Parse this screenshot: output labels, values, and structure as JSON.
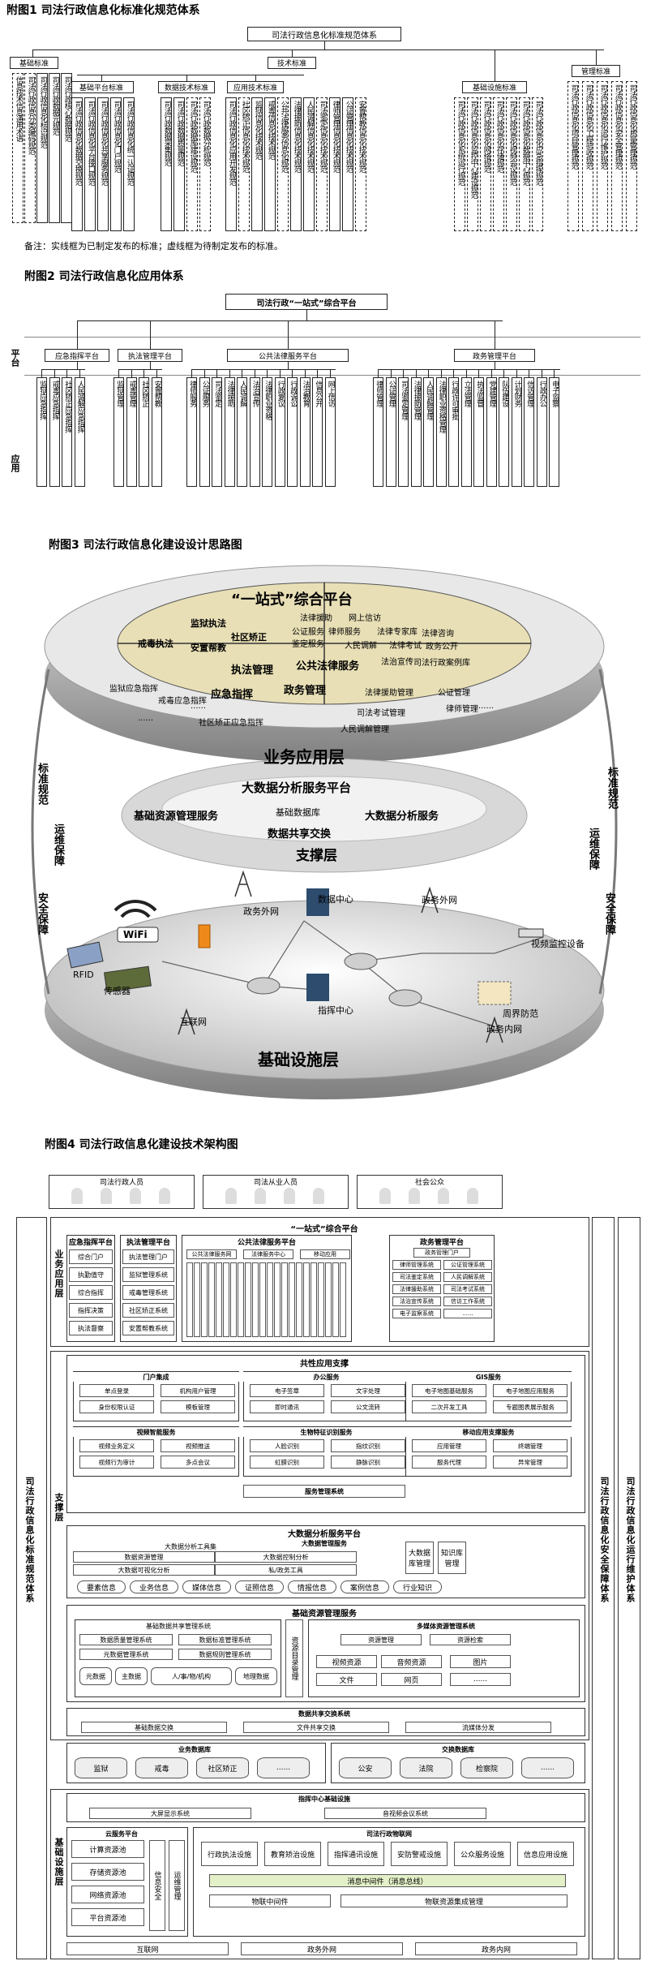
{
  "fig1": {
    "caption": "附图1  司法行政信息化标准化规范体系",
    "root": "司法行政信息化标准规范体系",
    "categories": [
      {
        "name": "基础标准",
        "items": [
          "信息技术信息通用术语",
          "司法行政信息分类编码规范",
          "司法行政信息化标识规范",
          "司法行政数据元规范",
          "司法行政核心数据规范"
        ]
      },
      {
        "name": "技术标准",
        "items": []
      },
      {
        "name": "基础设施标准",
        "items": [
          "司法行政信息化系统运行规范",
          "司法行政信息化监控中心建设规范",
          "司法行政信息化网络规范",
          "司法行政信息化存储规范",
          "司法行政信息化视频会议规范",
          "司法行政信息化数据中心规范",
          "司法行政信息化应急指挥规范"
        ]
      },
      {
        "name": "管理标准",
        "items": [
          "司法行政信息化项目管理规范",
          "司法行政信息化工程验收规范",
          "司法行政信息化运行维护规范",
          "司法行政信息化安全管理规范",
          "司法行政信息化质量管理规范"
        ]
      }
    ],
    "tech_groups": [
      {
        "name": "基础平台标准",
        "items": [
          "司法行政信息化数据交换规范",
          "司法行政信息化平台接口规范",
          "司法行政信息化共享服务规范",
          "司法行政信息化门户规范",
          "司法行政信息化统一认证规范"
        ]
      },
      {
        "name": "数据技术标准",
        "items": [
          "司法行政数据采集规范",
          "司法行政数据质量规范",
          "司法行政数据库建设规范",
          "司法行政数据分析规范"
        ]
      },
      {
        "name": "应用技术标准",
        "items": [
          "司法行政信息化应用开发规范",
          "社区矫正信息化技术规范",
          "监狱信息化技术规范",
          "戒毒信息化技术规范",
          "公共法律服务信息化规范",
          "法律援助信息化技术规范",
          "人民调解信息化技术规范",
          "司法鉴定信息化技术规范",
          "律师管理信息化技术规范",
          "公证管理信息化技术规范",
          "安置帮教信息化技术规范"
        ]
      }
    ],
    "note": "备注：实线框为已制定发布的标准；虚线框为待制定发布的标准。"
  },
  "fig2": {
    "caption": "附图2  司法行政信息化应用体系",
    "top": "司法行政“一站式”综合平台",
    "row_platform": "平台",
    "row_apps": "应用",
    "platforms": [
      {
        "name": "应急指挥平台",
        "apps": [
          "监狱应急指挥",
          "戒毒应急指挥",
          "社区矫正应急指挥",
          "人民调解应急指挥"
        ]
      },
      {
        "name": "执法管理平台",
        "apps": [
          "监狱管理",
          "戒毒管理",
          "社区矫正",
          "安置帮教"
        ]
      },
      {
        "name": "公共法律服务平台",
        "apps": [
          "律师服务",
          "公证服务",
          "司法鉴定",
          "法律援助",
          "人民调解",
          "法治宣传",
          "法律职业资格",
          "行政复议",
          "行政诉讼",
          "法治教育",
          "信息公开",
          "网上信访"
        ]
      },
      {
        "name": "政务管理平台",
        "apps": [
          "律师管理",
          "公证管理",
          "司法鉴定管理",
          "法律援助管理",
          "人民调解管理",
          "法律职业资格管理",
          "行政许可审批",
          "立法管理",
          "执法监督",
          "党建管理",
          "队伍建设",
          "计划财务",
          "信访管理",
          "行政办公",
          "电子监察"
        ]
      }
    ]
  },
  "fig3": {
    "caption": "附图3  司法行政信息化建设设计思路图",
    "platform_title": "“一站式”综合平台",
    "pie_labels": [
      "监狱执法",
      "社区矫正",
      "戒毒执法",
      "安置帮教",
      "执法管理",
      "应急指挥",
      "监狱应急指挥",
      "戒毒应急指挥",
      "社区矫正应急指挥",
      "......",
      "法律援助",
      "网上信访",
      "公证服务",
      "律师服务",
      "法律专家库",
      "法律咨询",
      "鉴定服务",
      "人民调解",
      "法律考试",
      "政务公开",
      "公共法律服务",
      "法治宣传",
      "司法行政案例库",
      "政务管理",
      "法律援助管理",
      "公证管理",
      "律师管理",
      "司法考试管理",
      "人民调解管理",
      "......",
      "......"
    ],
    "layer_business": "业务应用层",
    "support_title": "大数据分析服务平台",
    "support_items": [
      "基础资源管理服务",
      "基础数据库",
      "大数据分析服务",
      "数据共享交换"
    ],
    "layer_support": "支撑层",
    "infra_items": [
      "RFID",
      "传感器",
      "互联网",
      "政务外网",
      "数据中心",
      "指挥中心",
      "政务外网",
      "政务内网",
      "视频监控设备",
      "周界防范"
    ],
    "wifi": "WiFi",
    "layer_infra": "基础设施层",
    "side_left": [
      "标准规范",
      "运维保障",
      "安全保障"
    ],
    "side_right": [
      "标准规范",
      "运维保障",
      "安全保障"
    ]
  },
  "fig4": {
    "caption": "附图4  司法行政信息化建设技术架构图",
    "users": [
      "司法行政人员",
      "司法从业人员",
      "社会公众"
    ],
    "left_label": "司法行政信息化标准规范体系",
    "right_label1": "司法行政信息化安全保障体系",
    "right_label2": "司法行政信息化运行维护体系",
    "biz_label": "业务应用层",
    "support_label": "支撑层",
    "infra_label": "基础设施层",
    "platform_title": "“一站式”综合平台",
    "biz_platforms": [
      {
        "name": "应急指挥平台",
        "items": [
          "综合门户",
          "执勤值守",
          "综合指挥",
          "指挥决策",
          "执法督察"
        ]
      },
      {
        "name": "执法管理平台",
        "items": [
          "执法管理门户",
          "监狱管理系统",
          "戒毒管理系统",
          "社区矫正系统",
          "安置帮教系统"
        ]
      },
      {
        "name": "公共法律服务平台",
        "items": [
          "公共法律服务网",
          "法律服务中心",
          "移动应用"
        ]
      },
      {
        "name": "政务管理平台",
        "items": [
          "政务管理门户",
          "律师管理系统",
          "公证管理系统",
          "司法鉴定系统",
          "人民调解系统",
          "法律援助系统",
          "司法考试系统",
          "法治宣传系统",
          "信访工作系统",
          "电子监察系统",
          "......"
        ]
      }
    ],
    "common_title": "共性应用支撑",
    "common_groups": [
      {
        "name": "门户集成",
        "items": [
          "单点登录",
          "机构用户管理",
          "身份权限认证",
          "模板管理"
        ]
      },
      {
        "name": "办公服务",
        "items": [
          "电子签章",
          "文字处理",
          "即时通讯",
          "公文流转"
        ]
      },
      {
        "name": "GIS服务",
        "items": [
          "电子地图基础服务",
          "电子地图应用服务",
          "二次开发工具",
          "专题图表展示服务"
        ]
      },
      {
        "name": "视频智能服务",
        "items": [
          "视频业务定义",
          "视频推送",
          "视频行为审计",
          "多点会议"
        ]
      },
      {
        "name": "生物特征识别服务",
        "items": [
          "人脸识别",
          "指纹识别",
          "虹膜识别",
          "静脉识别"
        ]
      },
      {
        "name": "移动应用支撑服务",
        "items": [
          "应用管理",
          "终端管理",
          "服务代理",
          "异常管理"
        ]
      }
    ],
    "service_mgmt": "服务管理系统",
    "bigdata_title": "大数据分析服务平台",
    "bigdata_mgmt": "大数据管理服务",
    "bigdata_items": [
      "数据资源管理",
      "大数据控制分析",
      "大数据分析工具集",
      "大数据可视化分析",
      "私/政务工具",
      "大数据库管理",
      "知识库管理"
    ],
    "info_items": [
      "要素信息",
      "业务信息",
      "媒体信息",
      "证照信息",
      "情报信息",
      "案例信息",
      "行业知识"
    ],
    "resource_title": "基础资源管理服务",
    "resource_items": [
      "基础数据共享管理系统",
      "数据质量管理系统",
      "数据标准管理系统",
      "元数据管理系统",
      "数据规则管理系统",
      "元数据",
      "主数据",
      "人/事/物/机构",
      "地理数据",
      "资源目录管理"
    ],
    "media_title": "多媒体资源管理系统",
    "media_items": [
      "资源管理",
      "资源检索",
      "视频资源",
      "音频资源",
      "图片",
      "文件",
      "网页",
      "......"
    ],
    "exchange_title": "数据共享交换系统",
    "exchange_items": [
      "基础数据交换",
      "文件共享交换",
      "流媒体分发"
    ],
    "biz_db_title": "业务数据库",
    "biz_db": [
      "监狱",
      "戒毒",
      "社区矫正",
      "......"
    ],
    "ex_db_title": "交换数据库",
    "ex_db": [
      "公安",
      "法院",
      "检察院",
      "......"
    ],
    "infra_top": "指挥中心基础设施",
    "infra_top_items": [
      "大屏显示系统",
      "音视频会议系统"
    ],
    "cloud_title": "云服务平台",
    "cloud_items": [
      "计算资源池",
      "存储资源池",
      "网络资源池",
      "平台资源池",
      "信息安全",
      "运维管理"
    ],
    "iot_title": "司法行政物联网",
    "iot_items": [
      "行政执法设施",
      "教育矫治设施",
      "指挥通讯设施",
      "安防警戒设施",
      "公众服务设施",
      "信息应用设施"
    ],
    "msg_bus": "消息中间件（消息总线）",
    "iot_mid": "物联中间件",
    "iot_ctrl": "物联资源集成管理",
    "networks": [
      "互联网",
      "政务外网",
      "政务内网"
    ]
  }
}
